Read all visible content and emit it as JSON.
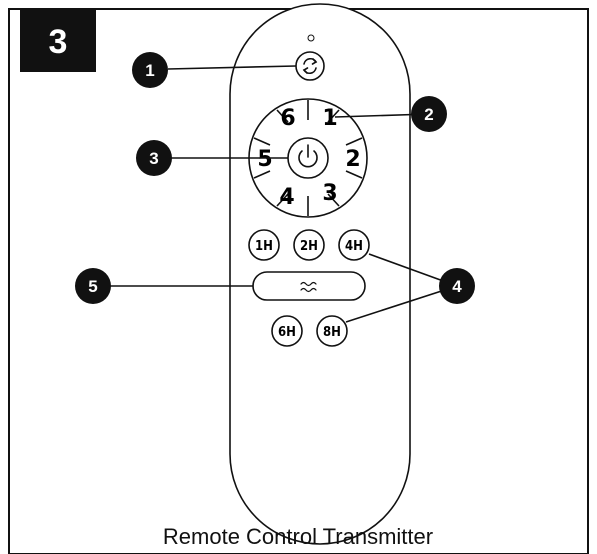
{
  "step_number": "3",
  "caption": "Remote Control Transmitter",
  "callouts": [
    {
      "label": "1",
      "target": "reverse-button"
    },
    {
      "label": "2",
      "target": "speed-dial"
    },
    {
      "label": "3",
      "target": "power-button"
    },
    {
      "label": "4",
      "target": "timer-buttons"
    },
    {
      "label": "5",
      "target": "breeze-button"
    }
  ],
  "remote": {
    "reverse_icon": "reverse-direction-icon",
    "power_icon": "power-icon",
    "breeze_icon": "breeze-wave-icon",
    "speed_labels": {
      "s1": "1",
      "s2": "2",
      "s3": "3",
      "s4": "4",
      "s5": "5",
      "s6": "6"
    },
    "timer_buttons": [
      "1H",
      "2H",
      "4H",
      "6H",
      "8H"
    ]
  },
  "colors": {
    "ink": "#111111",
    "background": "#ffffff"
  }
}
